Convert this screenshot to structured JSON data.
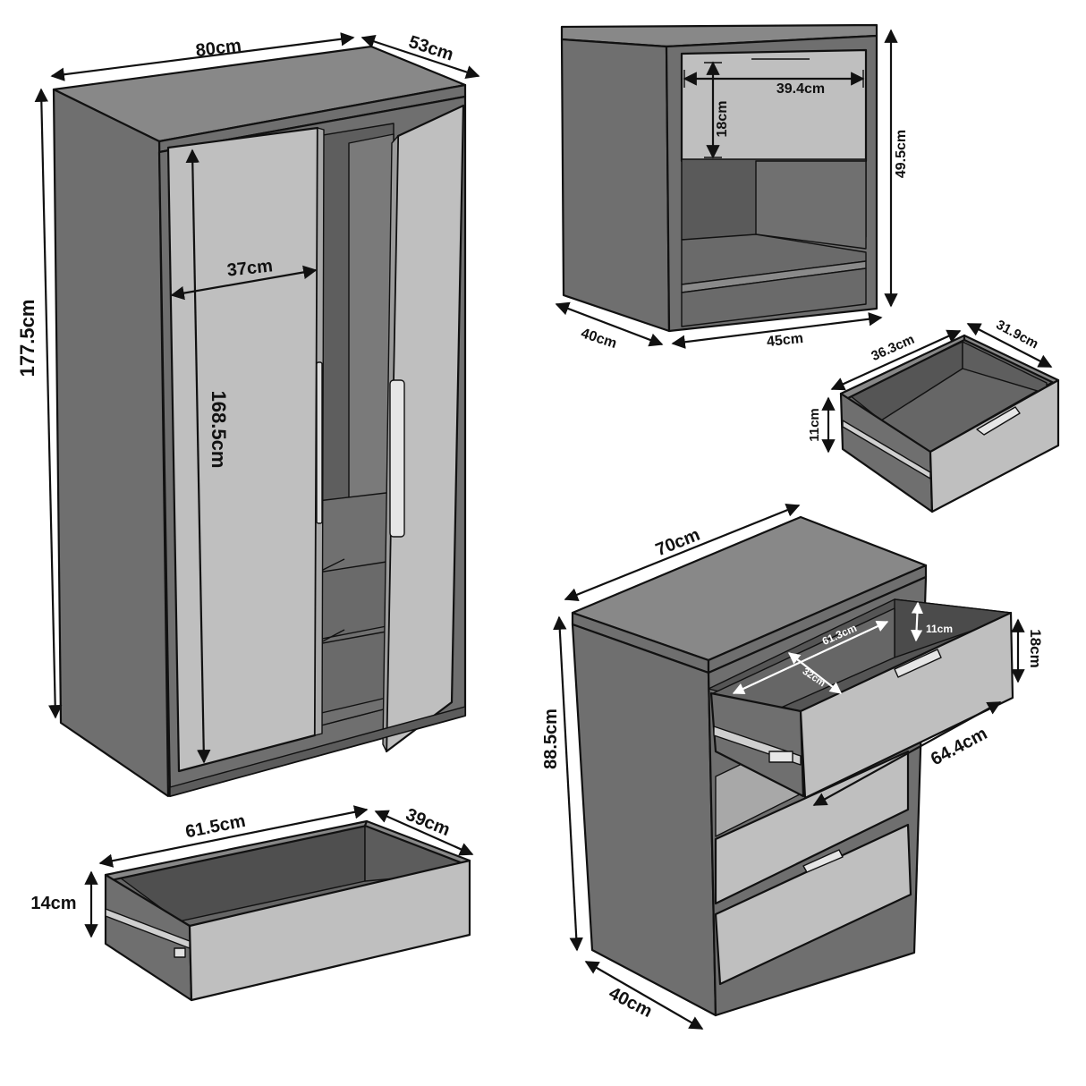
{
  "colors": {
    "dark": "#6f6f6f",
    "darker": "#5c5c5c",
    "mid": "#888888",
    "light": "#bfbfbf",
    "lighter": "#cfcfcf",
    "outline": "#111111"
  },
  "wardrobe": {
    "width": "80cm",
    "depth": "53cm",
    "height": "177.5cm",
    "door_width": "37cm",
    "door_height": "168.5cm"
  },
  "wardrobe_drawer": {
    "width": "61.5cm",
    "depth": "39cm",
    "height": "14cm"
  },
  "nightstand": {
    "drawer_width": "39.4cm",
    "drawer_height": "18cm",
    "height": "49.5cm",
    "depth": "40cm",
    "width": "45cm"
  },
  "nightstand_drawer": {
    "width": "36.3cm",
    "depth": "31.9cm",
    "height": "11cm"
  },
  "chest": {
    "width": "70cm",
    "height": "88.5cm",
    "depth": "40cm",
    "drawer_front_height": "18cm",
    "drawer_front_width": "64.4cm",
    "inner_width": "61.3cm",
    "inner_depth": "32cm",
    "inner_height": "11cm"
  }
}
